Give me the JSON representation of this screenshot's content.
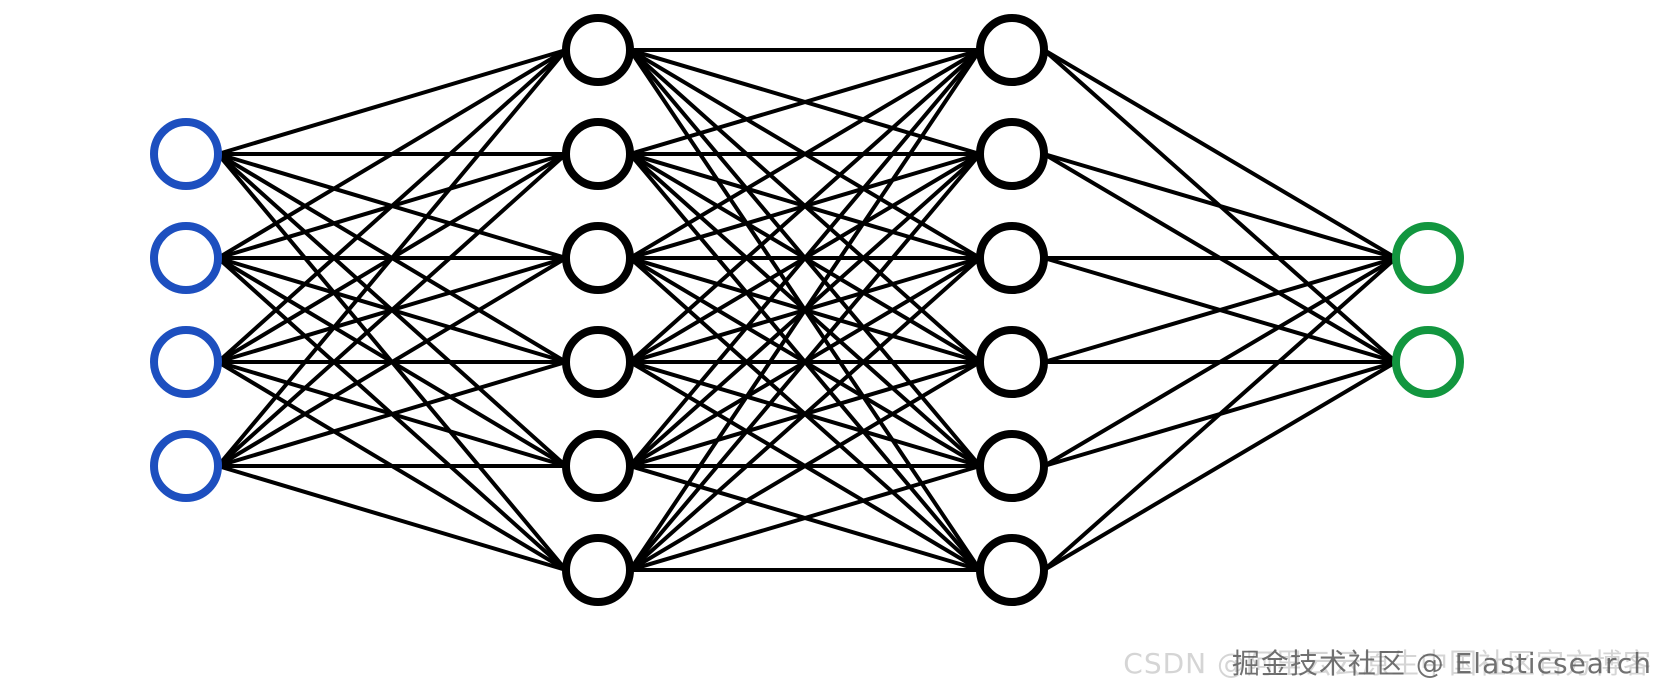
{
  "diagram": {
    "type": "neural-network",
    "layers": [
      {
        "name": "input",
        "neurons": 4,
        "color": "#1d4fbf"
      },
      {
        "name": "hidden-1",
        "neurons": 6,
        "color": "#000000"
      },
      {
        "name": "hidden-2",
        "neurons": 6,
        "color": "#000000"
      },
      {
        "name": "output",
        "neurons": 2,
        "color": "#12963f"
      }
    ],
    "connections": "fully-connected",
    "edge_color": "#000000"
  },
  "watermark": {
    "text_back": "CSDN @阿里云云原生中国社区官方博客",
    "text_front": "掘金技术社区 @ Elasticsearch"
  }
}
